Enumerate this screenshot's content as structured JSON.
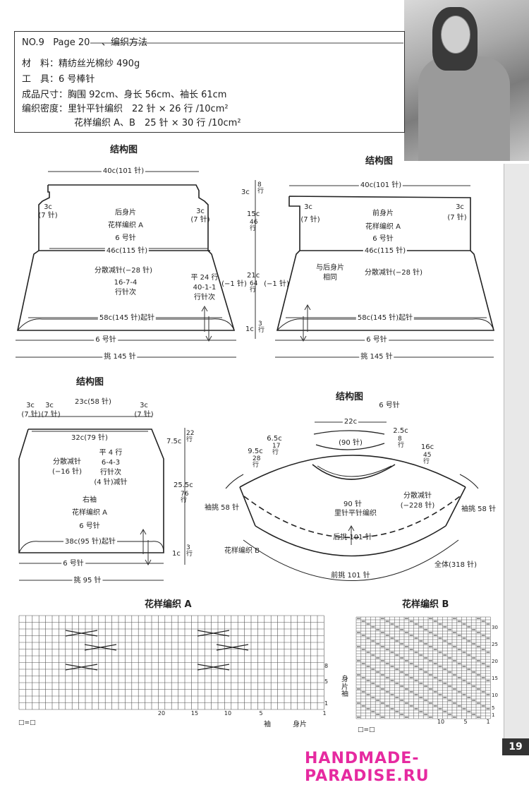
{
  "header": {
    "no": "NO.9",
    "page": "Page 20",
    "section": "、编织方法"
  },
  "info": {
    "material": "材　料：精纺丝光棉纱 490g",
    "tools": "工　具：6 号棒针",
    "size": "成品尺寸：胸围 92cm、身长 56cm、袖长 61cm",
    "gauge1": "编织密度：里针平针编织　22 针 × 26 行 /10cm²",
    "gauge2": "花样编织 A、B　25 针 × 30 行 /10cm²"
  },
  "back": {
    "title": "结构图",
    "top": "40c(101 针)",
    "left_3c": "3c",
    "left_7": "(7 针)",
    "right_3c": "3c",
    "right_7": "(7 针)",
    "name": "后身片",
    "pattern": "花样编织 A",
    "needle": "6 号针",
    "waist": "46c(115 针)",
    "dec": "分散减针(−28 针)",
    "rule": "16-7-4",
    "rule2": "行针次",
    "flat": "平 24 行",
    "flat2": "40-1-1",
    "flat3": "行针次",
    "minus": "(−1 针)",
    "bottom": "58c(145 针)起针",
    "needle_b": "6 号针",
    "pick": "挑 145 针"
  },
  "middle": {
    "r1": "3c",
    "r1b": "8 行",
    "r2": "15c",
    "r2b": "46 行",
    "r3": "21c",
    "r3b": "64 行",
    "r4": "1c",
    "r4b": "3 行",
    "minus": "(−1 针)"
  },
  "front": {
    "title": "结构图",
    "top": "40c(101 针)",
    "left_3c": "3c",
    "left_7": "(7 针)",
    "right_3c": "3c",
    "right_7": "(7 针)",
    "name": "前身片",
    "pattern": "花样编织 A",
    "needle": "6 号针",
    "waist": "46c(115 针)",
    "same": "与后身片",
    "same2": "相同",
    "dec": "分散减针(−28 针)",
    "bottom": "58c(145 针)起针",
    "needle_b": "6 号针",
    "pick": "挑 145 针"
  },
  "sleeve": {
    "title": "结构图",
    "tl1": "3c",
    "tl1b": "(7 针)",
    "tl2": "3c",
    "tl2b": "(7 针)",
    "top": "23c(58 针)",
    "tr": "3c",
    "trb": "(7 针)",
    "w32": "32c(79 针)",
    "dec": "分散减针",
    "dec2": "(−16 针)",
    "flat": "平 4 行",
    "flat2": "6-4-3",
    "flat3": "行针次",
    "flat4": "(4 针)减针",
    "name": "右袖",
    "pattern": "花样编织 A",
    "needle": "6 号针",
    "bottom": "38c(95 针)起针",
    "needle_b": "6 号针",
    "pick": "挑 95 针",
    "h1": "7.5c",
    "h1b": "22 行",
    "h2": "25.5c",
    "h2b": "76 行",
    "h3": "1c",
    "h3b": "3 行"
  },
  "yoke": {
    "title": "结构图",
    "needle": "6 号针",
    "w22": "22c",
    "n90": "(90 针)",
    "a1": "6.5c",
    "a1b": "17 行",
    "a2": "9.5c",
    "a2b": "28 行",
    "a3": "2.5c",
    "a3b": "8 行",
    "a4": "16c",
    "a4b": "45 行",
    "sleeve_l": "袖挑 58 针",
    "sleeve_r": "袖挑 58 针",
    "n90b": "90 针",
    "stock": "里针平针编织",
    "dec": "分散减针",
    "dec2": "(−228 针)",
    "back": "后挑 101 针",
    "patB": "花样编织 B",
    "all": "全体(318 针)",
    "front": "前挑 101 针"
  },
  "chartA": {
    "title": "花样编织 A",
    "legend": "□=□",
    "sleeve": "袖",
    "body": "身片",
    "side": "身片袖",
    "n20": "20",
    "n15": "15",
    "n10": "10",
    "n5": "5",
    "n1": "1",
    "r8": "8",
    "r5": "5",
    "r1": "1"
  },
  "chartB": {
    "title": "花样编织 B",
    "legend": "□=□",
    "n10": "10",
    "n5": "5",
    "n1": "1",
    "r30": "30",
    "r25": "25",
    "r20": "20",
    "r15": "15",
    "r10": "10",
    "r5": "5",
    "r1": "1"
  },
  "footer": {
    "page": "19",
    "watermark": "HANDMADE-PARADISE.RU"
  }
}
